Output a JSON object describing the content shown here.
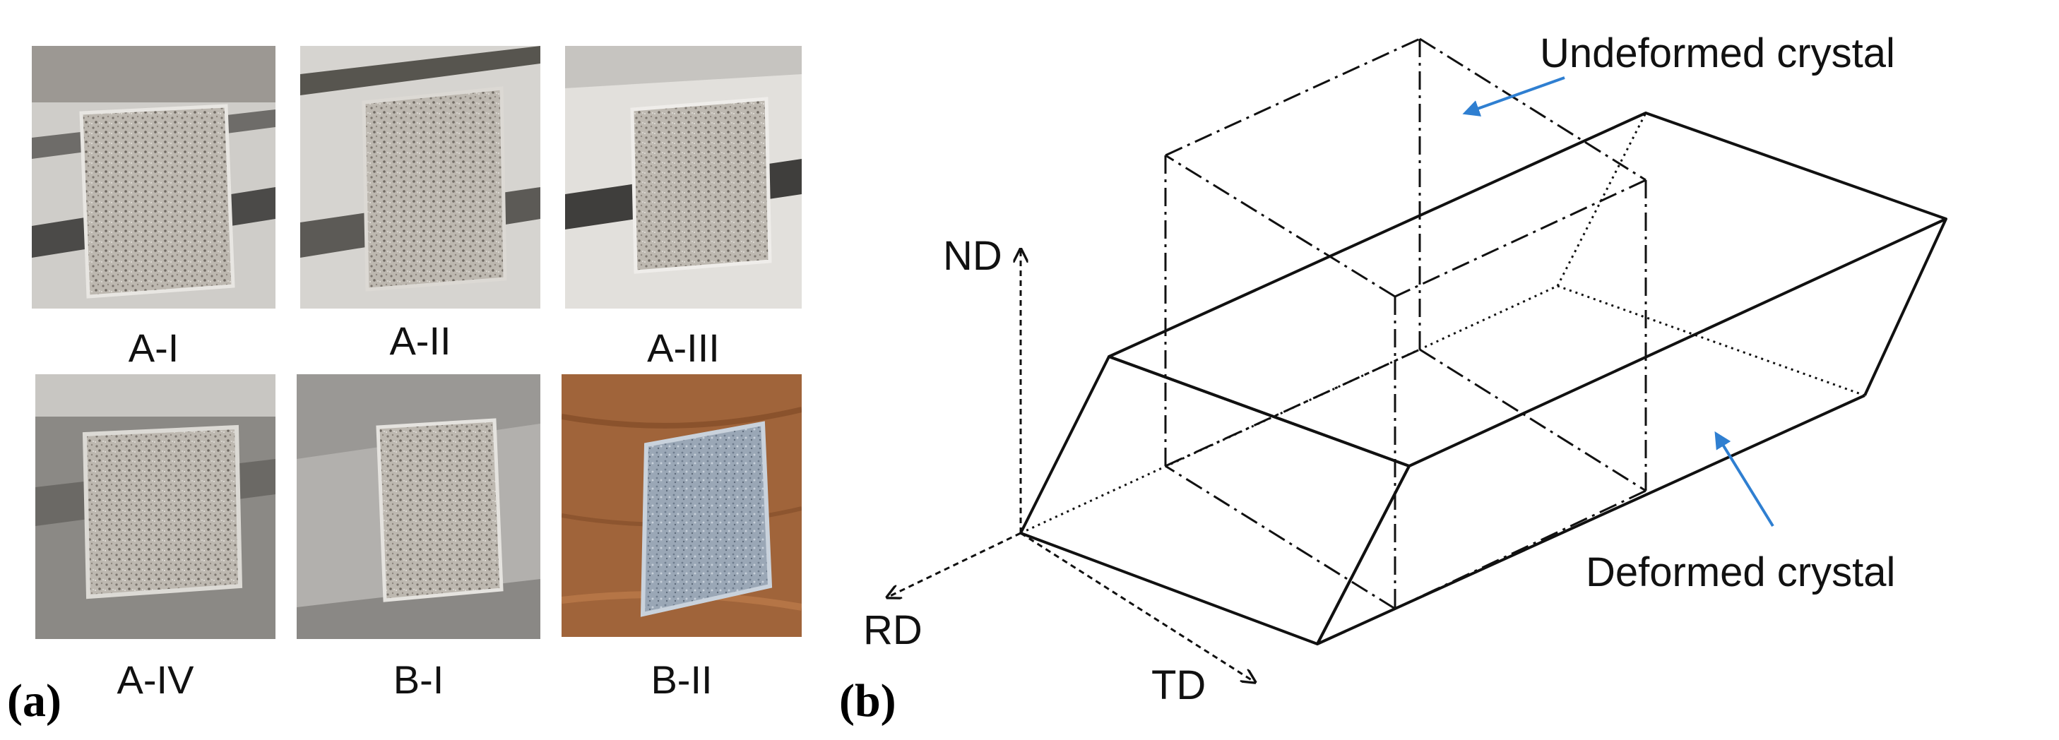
{
  "panel_a": {
    "label": "(a)",
    "samples": [
      "A-I",
      "A-II",
      "A-III",
      "A-IV",
      "B-I",
      "B-II"
    ]
  },
  "panel_b": {
    "label": "(b)",
    "axes": {
      "nd": "ND",
      "rd": "RD",
      "td": "TD"
    },
    "annotations": {
      "undeformed": "Undeformed crystal",
      "deformed": "Deformed crystal"
    }
  },
  "colors": {
    "annotation_arrow": "#2f7fd1",
    "wood_background": "#a0643a"
  }
}
